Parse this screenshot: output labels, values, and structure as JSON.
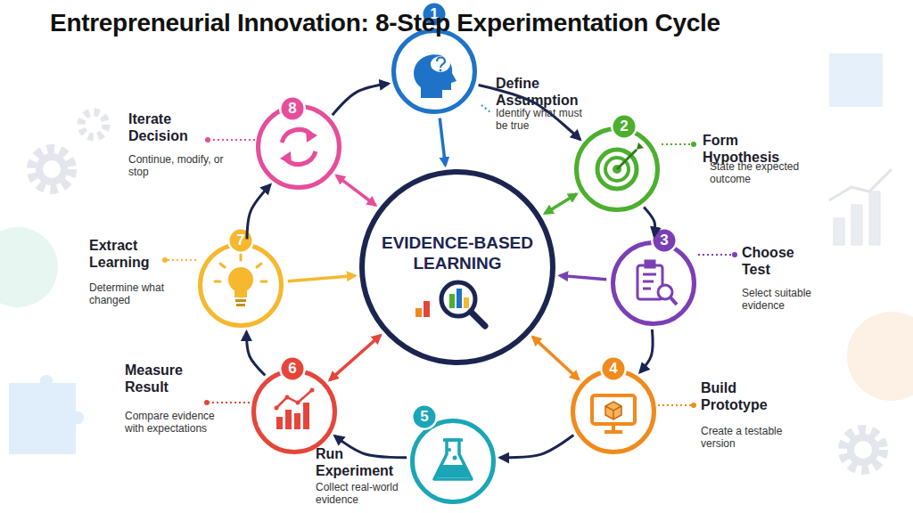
{
  "diagram": {
    "title": "Entrepreneurial Innovation: 8-Step Experimentation Cycle",
    "nodes": [
      {
        "text": [
          "Define Assumption",
          "Identify what must be true"
        ]
      },
      {
        "text": [
          "1"
        ],
        "in": 0
      },
      {
        "text": [
          "Form Hypothesis",
          "State the expected outcome"
        ]
      },
      {
        "text": [
          "2"
        ],
        "in": 2
      },
      {
        "text": [
          "Choose Test",
          "Select suitable evidence"
        ]
      },
      {
        "text": [
          "3"
        ],
        "in": 4
      },
      {
        "text": [
          "Build Prototype",
          "Create a testable version"
        ]
      },
      {
        "text": [
          "4"
        ],
        "in": 6
      },
      {
        "text": [
          "Run Experiment",
          "Collect real-world evidence"
        ]
      },
      {
        "text": [
          "5"
        ],
        "in": 8
      },
      {
        "text": [
          "Measure Result",
          "Compare evidence with expectations"
        ]
      },
      {
        "text": [
          "6"
        ],
        "in": 10
      },
      {
        "text": [
          "Extract Learning",
          "Determine what changed"
        ]
      },
      {
        "text": [
          "7"
        ],
        "in": 12
      },
      {
        "text": [
          "Iterate Decision",
          "Continue, modify, or stop"
        ]
      },
      {
        "text": [
          "8"
        ],
        "in": 14
      },
      {
        "text": [
          "EVIDENCE-BASED LEARNING"
        ]
      }
    ],
    "edges": [
      {
        "from": 0,
        "to": 2,
        "arrow": "to"
      },
      {
        "from": 2,
        "to": 4,
        "arrow": "to"
      },
      {
        "from": 4,
        "to": 6,
        "arrow": "to"
      },
      {
        "from": 6,
        "to": 8,
        "arrow": "to"
      },
      {
        "from": 8,
        "to": 10,
        "arrow": "to"
      },
      {
        "from": 10,
        "to": 12,
        "arrow": "to"
      },
      {
        "from": 12,
        "to": 14,
        "arrow": "to"
      },
      {
        "from": 14,
        "to": 0,
        "arrow": "to"
      },
      {
        "from": 0,
        "to": 16,
        "arrow": "to"
      },
      {
        "from": 2,
        "to": 16,
        "arrow": "both"
      },
      {
        "from": 4,
        "to": 16,
        "arrow": "to"
      },
      {
        "from": 6,
        "to": 16,
        "arrow": "both"
      },
      {
        "from": 10,
        "to": 16,
        "arrow": "both"
      },
      {
        "from": 12,
        "to": 16,
        "arrow": "to"
      },
      {
        "from": 14,
        "to": 16,
        "arrow": "both"
      }
    ]
  }
}
